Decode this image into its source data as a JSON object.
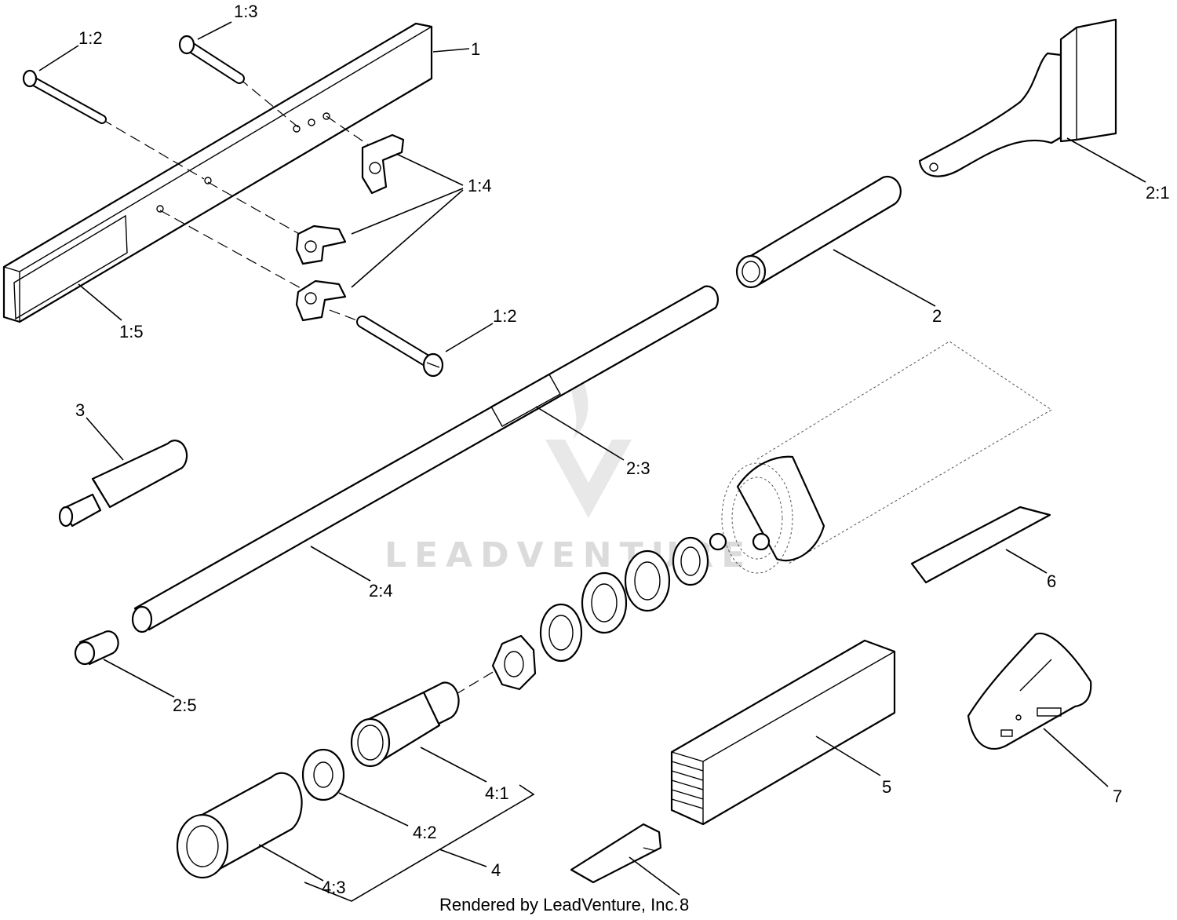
{
  "watermark": {
    "text": "LEADVENTURE"
  },
  "credit": "Rendered by LeadVenture, Inc.",
  "callouts": {
    "c1": "1",
    "c1_2a": "1:2",
    "c1_3": "1:3",
    "c1_4": "1:4",
    "c1_5": "1:5",
    "c1_2b": "1:2",
    "c2": "2",
    "c2_1": "2:1",
    "c2_3": "2:3",
    "c2_4": "2:4",
    "c2_5": "2:5",
    "c3": "3",
    "c4": "4",
    "c4_1": "4:1",
    "c4_2": "4:2",
    "c4_3": "4:3",
    "c5": "5",
    "c6": "6",
    "c7": "7",
    "c8": "8"
  }
}
